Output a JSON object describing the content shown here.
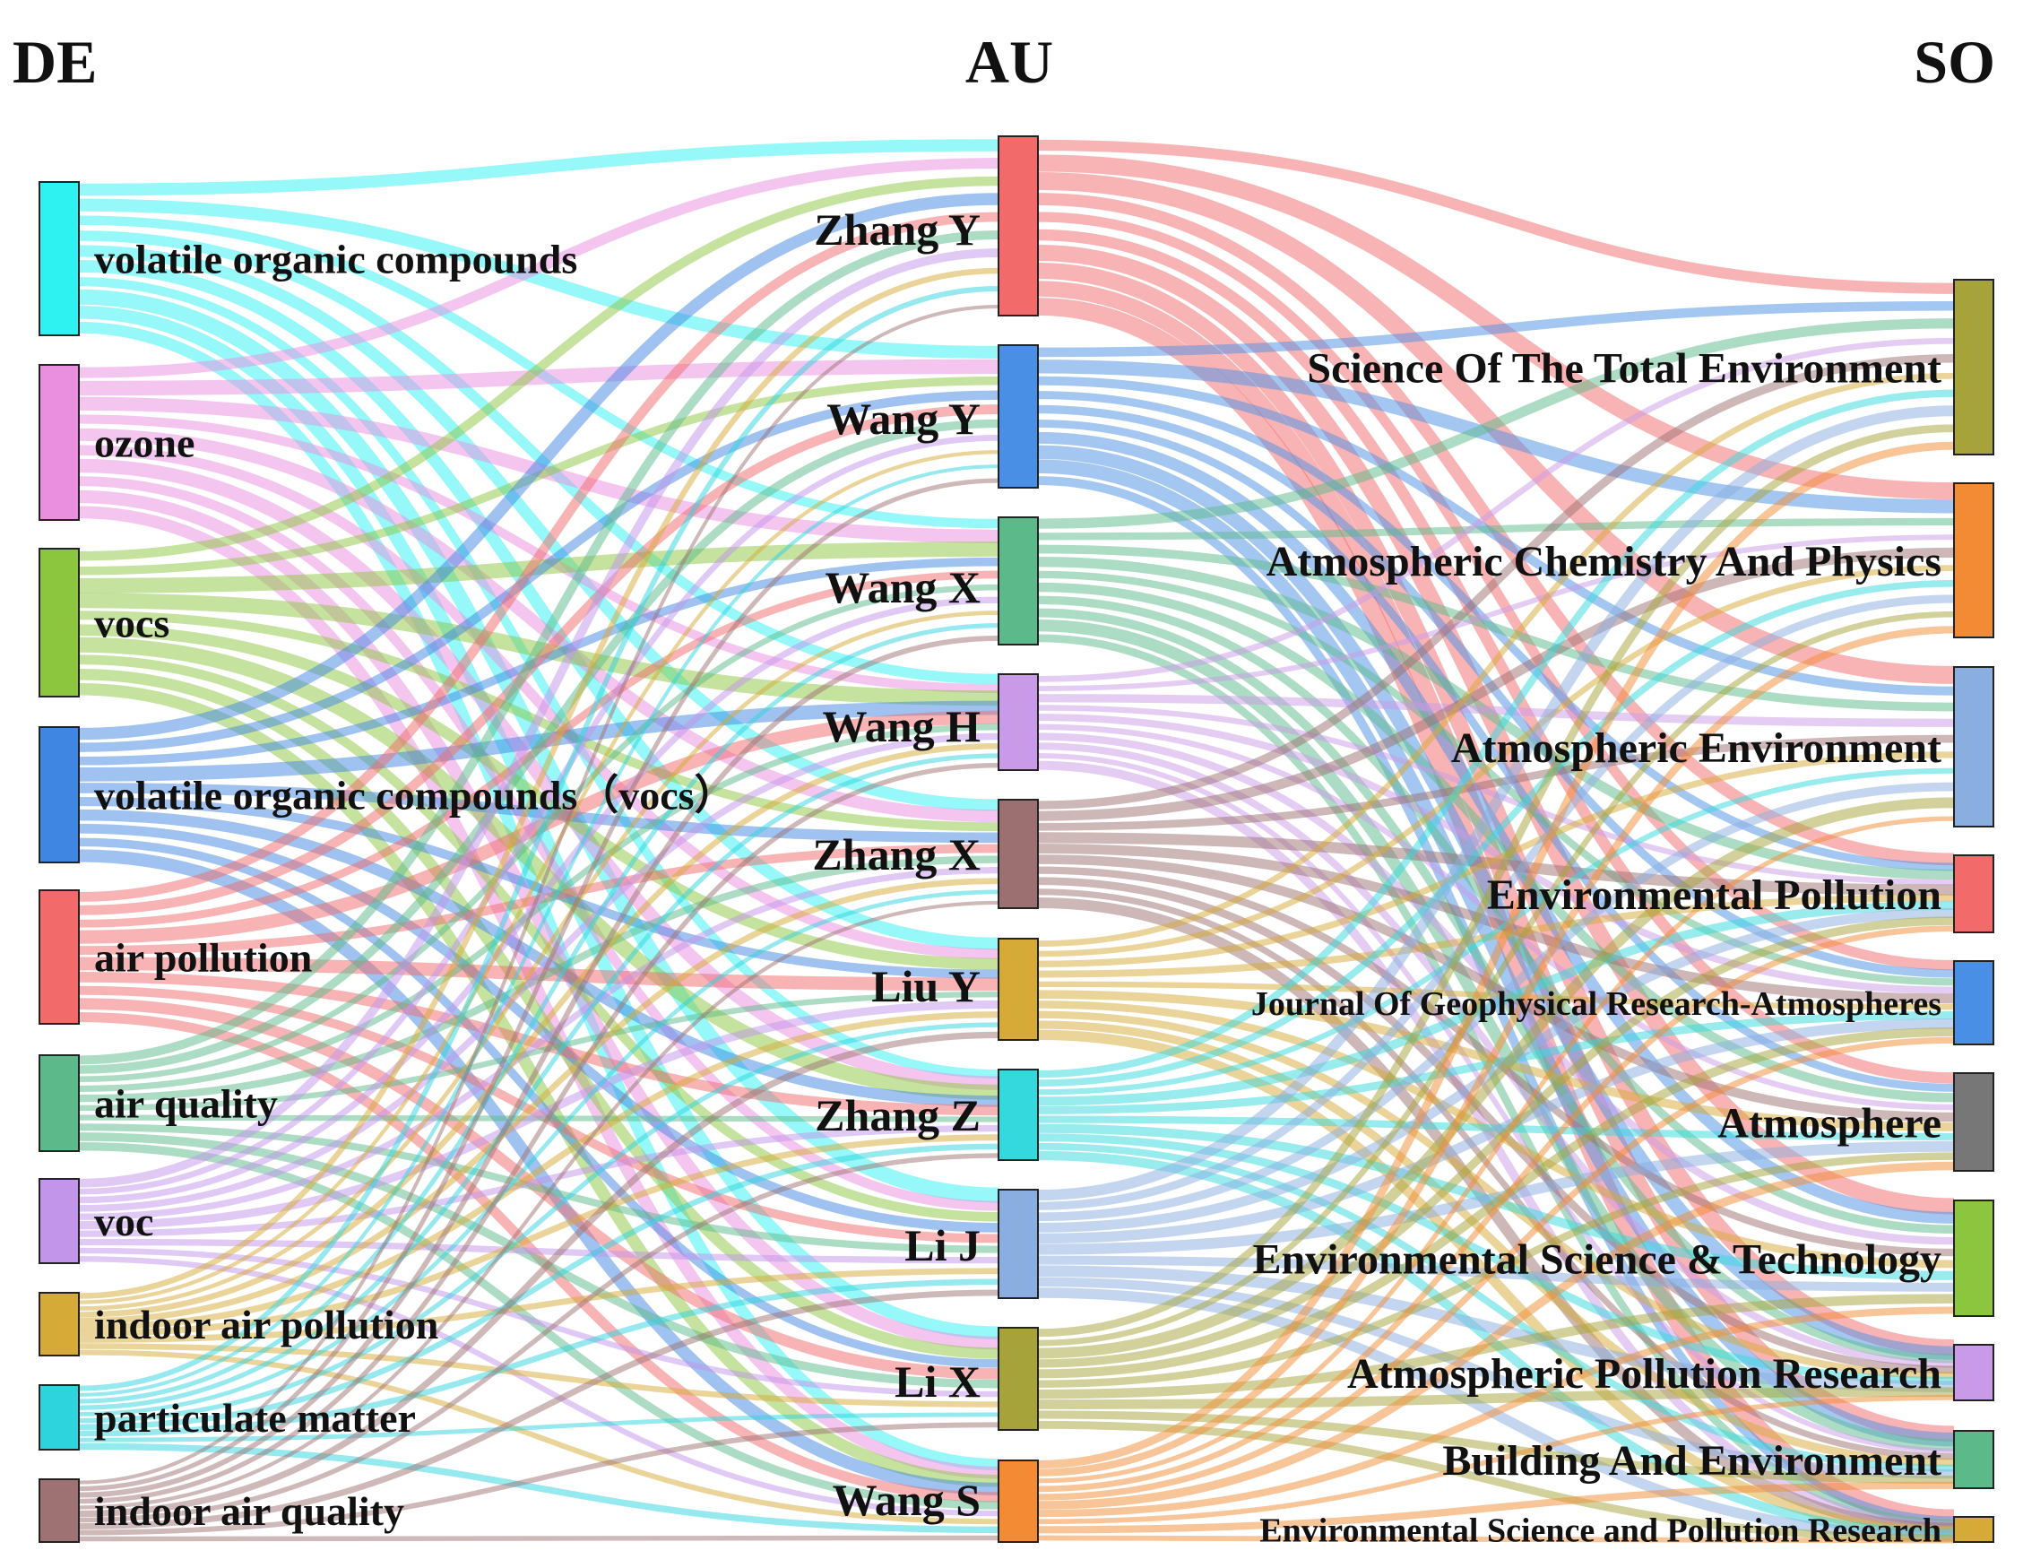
{
  "titles": {
    "de": "DE",
    "au": "AU",
    "so": "SO"
  },
  "sankey": {
    "de_nodes": [
      {
        "name": "volatile organic compounds",
        "color": "#2ef2f2"
      },
      {
        "name": "ozone",
        "color": "#ea8edf"
      },
      {
        "name": "vocs",
        "color": "#8cc63f"
      },
      {
        "name": "volatile organic compounds（vocs）",
        "color": "#3f86e3"
      },
      {
        "name": "air pollution",
        "color": "#f26a6a"
      },
      {
        "name": "air quality",
        "color": "#5bb98a"
      },
      {
        "name": "voc",
        "color": "#c294ea"
      },
      {
        "name": "indoor air pollution",
        "color": "#d6aa36"
      },
      {
        "name": "particulate matter",
        "color": "#2ed4dd"
      },
      {
        "name": "indoor air quality",
        "color": "#9e7272"
      }
    ],
    "au_nodes": [
      {
        "name": "Zhang Y",
        "color": "#f26a6a"
      },
      {
        "name": "Wang Y",
        "color": "#4a8fe6"
      },
      {
        "name": "Wang X",
        "color": "#5bb98a"
      },
      {
        "name": "Wang H",
        "color": "#c99ae8"
      },
      {
        "name": "Zhang X",
        "color": "#9c7070"
      },
      {
        "name": "Liu Y",
        "color": "#d6aa36"
      },
      {
        "name": "Zhang Z",
        "color": "#33d9dd"
      },
      {
        "name": "Li J",
        "color": "#8aaee0"
      },
      {
        "name": "Li X",
        "color": "#a6a33a"
      },
      {
        "name": "Wang S",
        "color": "#f28b33"
      }
    ],
    "so_nodes": [
      {
        "name": "Science Of The Total Environment",
        "color": "#a6a33a"
      },
      {
        "name": "Atmospheric Chemistry And Physics",
        "color": "#f28b33"
      },
      {
        "name": "Atmospheric Environment",
        "color": "#8aaee0"
      },
      {
        "name": "Environmental Pollution",
        "color": "#f26a6a"
      },
      {
        "name": "Journal Of Geophysical Research-Atmospheres",
        "color": "#4a8fe6"
      },
      {
        "name": "Atmosphere",
        "color": "#777777"
      },
      {
        "name": "Environmental Science & Technology",
        "color": "#8cc63f"
      },
      {
        "name": "Atmospheric Pollution Research",
        "color": "#c99ae8"
      },
      {
        "name": "Building And Environment",
        "color": "#5bb98a"
      },
      {
        "name": "Environmental Science and Pollution Research",
        "color": "#d6aa36"
      }
    ]
  }
}
